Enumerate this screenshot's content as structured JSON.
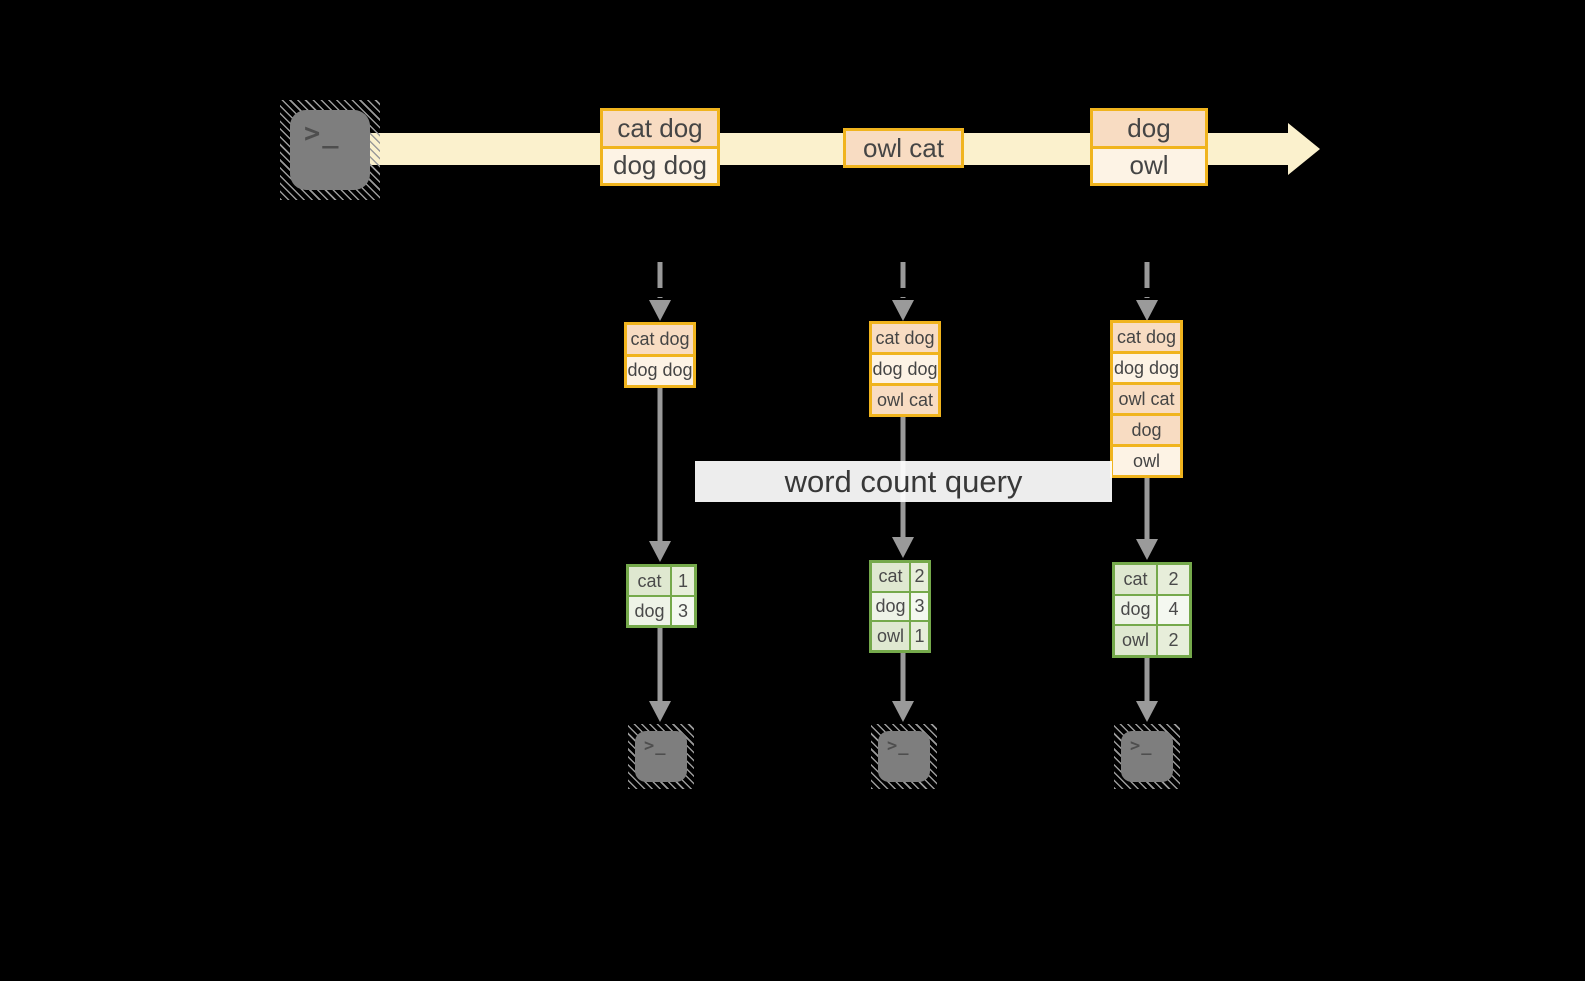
{
  "diagram": {
    "query_label": "word count query",
    "terminal_glyph": ">_",
    "icons": [
      "terminal-icon"
    ],
    "stream": {
      "batches": [
        {
          "records": [
            "cat dog",
            "dog dog"
          ]
        },
        {
          "records": [
            "owl cat"
          ]
        },
        {
          "records": [
            "dog",
            "owl"
          ]
        }
      ]
    },
    "states": [
      {
        "records": [
          "cat dog",
          "dog dog"
        ]
      },
      {
        "records": [
          "cat dog",
          "dog dog",
          "owl cat"
        ]
      },
      {
        "records": [
          "cat dog",
          "dog dog",
          "owl cat",
          "dog",
          "owl"
        ]
      }
    ],
    "results": [
      {
        "rows": [
          {
            "word": "cat",
            "count": "1"
          },
          {
            "word": "dog",
            "count": "3"
          }
        ]
      },
      {
        "rows": [
          {
            "word": "cat",
            "count": "2"
          },
          {
            "word": "dog",
            "count": "3"
          },
          {
            "word": "owl",
            "count": "1"
          }
        ]
      },
      {
        "rows": [
          {
            "word": "cat",
            "count": "2"
          },
          {
            "word": "dog",
            "count": "4"
          },
          {
            "word": "owl",
            "count": "2"
          }
        ]
      }
    ],
    "colors": {
      "background": "#000000",
      "stream_band": "#fbf1cd",
      "orange_border": "#f0b41e",
      "record_peach": "#f8dcc2",
      "record_cream": "#fdf3e5",
      "green_border": "#75a94b",
      "result_cell_green": "#dfe8d0",
      "result_cell_light": "#eef3e7",
      "arrow_gray": "#9a9a9a",
      "terminal_gray": "#7e7e7e"
    }
  }
}
